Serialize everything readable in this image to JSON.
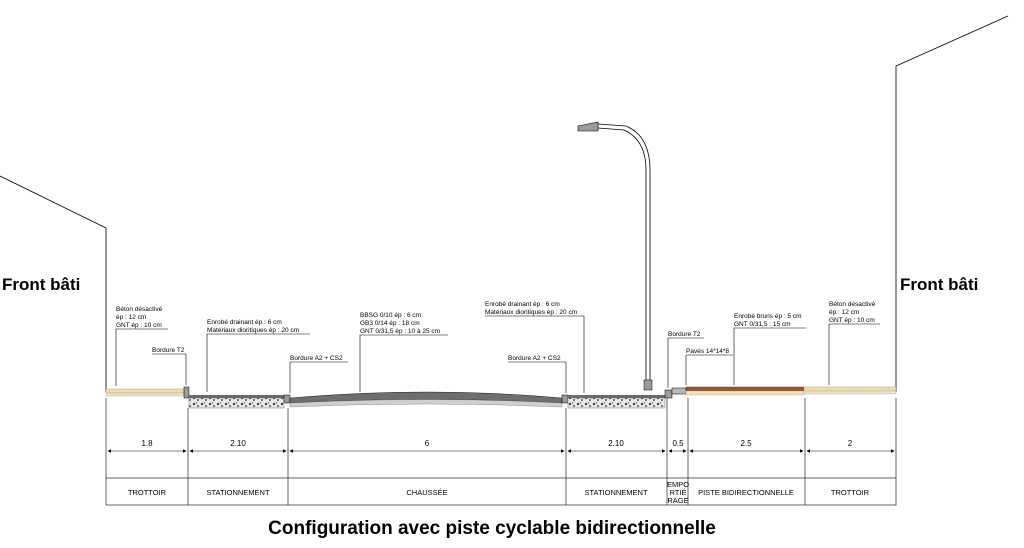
{
  "title": "Configuration avec piste cyclable bidirectionnelle",
  "front_left": "Front bâti",
  "front_right": "Front bâti",
  "annotations": {
    "trottoir_left": [
      "Béton désactivé",
      "ép : 12 cm",
      "GNT ép : 10 cm"
    ],
    "bordure_t2_left": "Bordure T2",
    "stationnement_left": [
      "Enrobé drainant ép : 6 cm",
      "Matériaux dioritiques ép : 20 cm"
    ],
    "bordure_a2_left": "Bordure A2 + CS2",
    "chaussee": [
      "BBSG 0/10 ép : 6 cm",
      "GB3 0/14 ép : 18 cm",
      "GNT 0/31,5 ép : 10 à 25 cm"
    ],
    "stationnement_right": [
      "Enrobé drainant ép : 6 cm",
      "Matériaux dioritiques ép : 20 cm"
    ],
    "bordure_a2_right": "Bordure A2 + CS2",
    "bordure_t2_right": "Bordure T2",
    "paves": "Pavés 14*14*8",
    "piste": [
      "Enrobé bruns ép : 5 cm",
      "GNT 0/31,5 : 15 cm"
    ],
    "trottoir_right": [
      "Béton désactivé",
      "ép : 12 cm",
      "GNT ép : 10 cm"
    ]
  },
  "dimensions": [
    "1.8",
    "2.10",
    "6",
    "2.10",
    "0.5",
    "2.5",
    "2"
  ],
  "zones": [
    "TROTTOIR",
    "STATIONNEMENT",
    "CHAUSSÉE",
    "STATIONNEMENT",
    [
      "EMPO",
      "RTIÉ",
      "RAGE"
    ],
    "PISTE BIDIRECTIONNELLE",
    "TROTTOIR"
  ],
  "colors": {
    "sidewalk": "#f0dcae",
    "asphalt": "#6e6e6e",
    "bike_lane": "#a0522d"
  }
}
